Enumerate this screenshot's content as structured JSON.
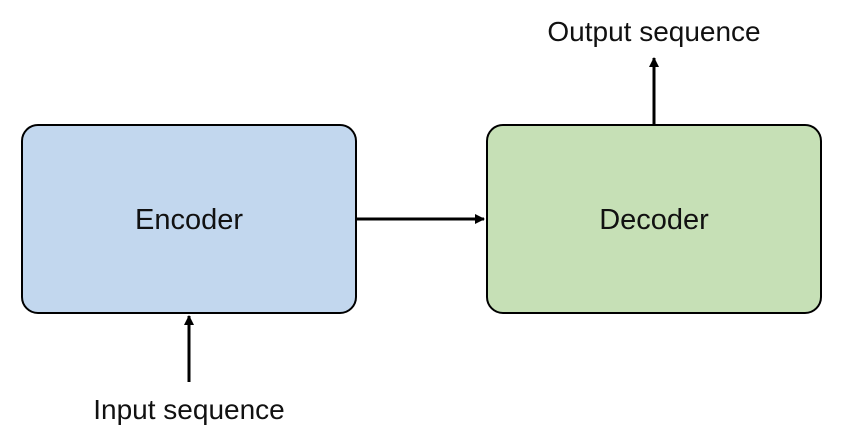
{
  "diagram": {
    "nodes": {
      "encoder": {
        "label": "Encoder",
        "fill": "#c2d7ee",
        "stroke": "#000000"
      },
      "decoder": {
        "label": "Decoder",
        "fill": "#c6e0b6",
        "stroke": "#000000"
      }
    },
    "labels": {
      "input": "Input sequence",
      "output": "Output sequence"
    },
    "edges": [
      {
        "from": "input",
        "to": "encoder"
      },
      {
        "from": "encoder",
        "to": "decoder"
      },
      {
        "from": "decoder",
        "to": "output"
      }
    ]
  }
}
